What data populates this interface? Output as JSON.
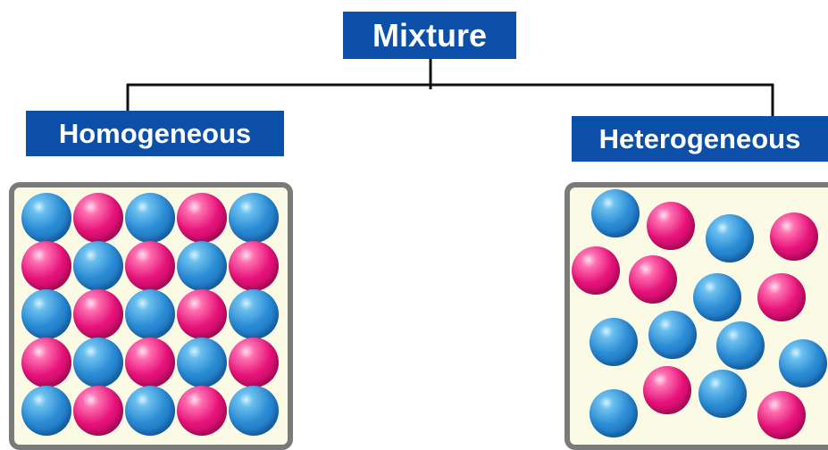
{
  "title": "Mixture",
  "branches": {
    "left": "Homogeneous",
    "right": "Heterogeneous"
  },
  "colors": {
    "label_background": "#0b4fa8",
    "particle_blue": "#2a8bd4",
    "particle_pink": "#e6127a",
    "container_fill": "#fbfbe5",
    "container_border": "#7a7a7a"
  },
  "homogeneous_grid": [
    [
      "blue",
      "pink",
      "blue",
      "pink",
      "blue"
    ],
    [
      "pink",
      "blue",
      "pink",
      "blue",
      "pink"
    ],
    [
      "blue",
      "pink",
      "blue",
      "pink",
      "blue"
    ],
    [
      "pink",
      "blue",
      "pink",
      "blue",
      "pink"
    ],
    [
      "blue",
      "pink",
      "blue",
      "pink",
      "blue"
    ]
  ],
  "heterogeneous_particles": [
    "blue",
    "pink",
    "blue",
    "pink",
    "pink",
    "pink",
    "blue",
    "pink",
    "blue",
    "blue",
    "blue",
    "blue",
    "blue",
    "pink",
    "blue",
    "pink"
  ]
}
